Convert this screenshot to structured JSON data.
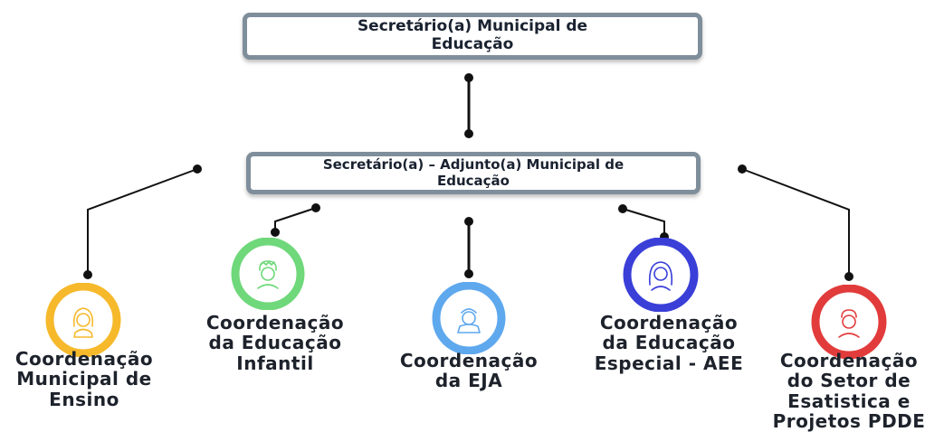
{
  "top_box": {
    "text": "Secretário(a) Municipal de\nEducação"
  },
  "mid_box": {
    "text": "Secretário(a) – Adjunto(a) Municipal de\nEducação"
  },
  "nodes": [
    {
      "label": "Coordenação\nMunicipal de\nEnsino",
      "color": "#f6b92b",
      "icon": "woman-icon"
    },
    {
      "label": "Coordenação\nda Educação\nInfantil",
      "color": "#6fd87a",
      "icon": "child-icon"
    },
    {
      "label": "Coordenação\nda EJA",
      "color": "#5ea8ee",
      "icon": "student-icon"
    },
    {
      "label": "Coordenação\nda Educação\nEspecial - AEE",
      "color": "#3a3fd8",
      "icon": "girl-icon"
    },
    {
      "label": "Coordenação\ndo Setor de\nEsatistica e\nProjetos PDDE",
      "color": "#e23b3b",
      "icon": "man-icon"
    }
  ]
}
